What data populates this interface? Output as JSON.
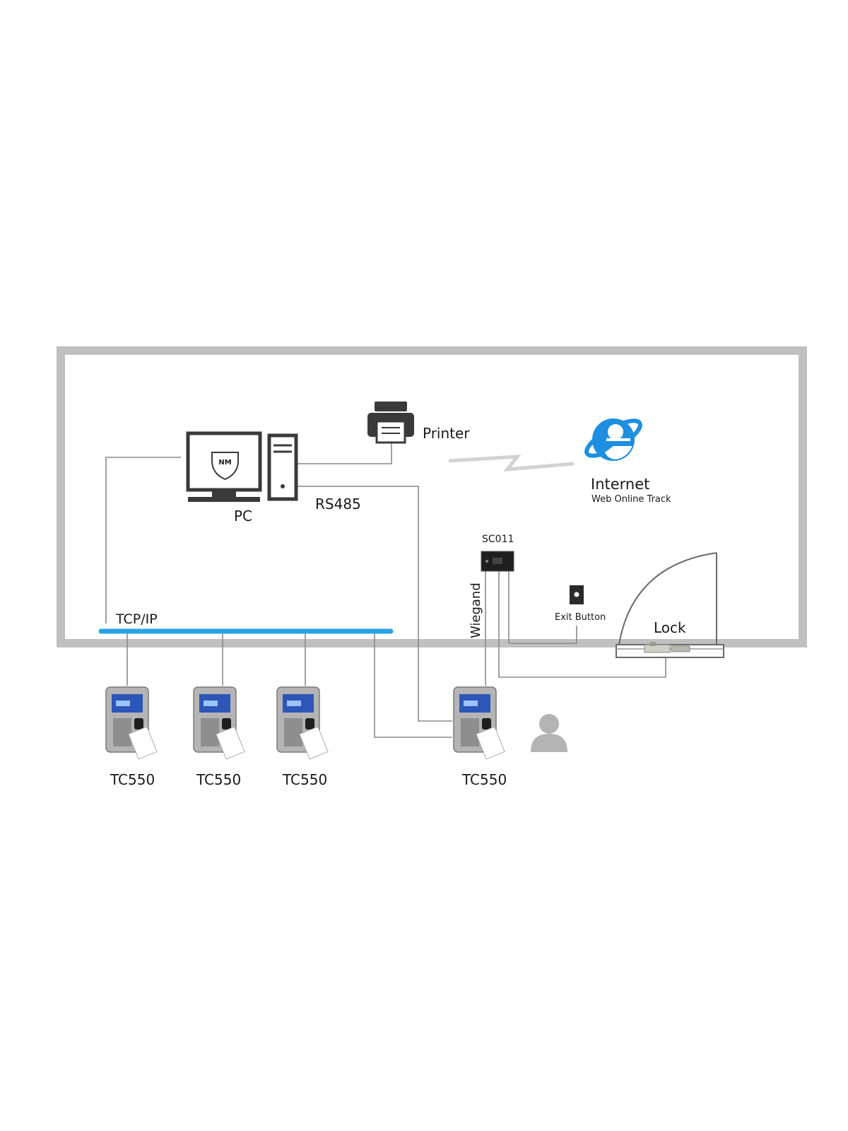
{
  "diagram": {
    "labels": {
      "pc": "PC",
      "printer": "Printer",
      "rs485": "RS485",
      "internet": "Internet",
      "web_online_track": "Web Online Track",
      "sc011": "SC011",
      "wiegand": "Wiegand",
      "exit_button": "Exit Button",
      "lock": "Lock",
      "tcp_ip": "TCP/IP",
      "monitor_logo": "NM"
    },
    "terminals": [
      {
        "model": "TC550"
      },
      {
        "model": "TC550"
      },
      {
        "model": "TC550"
      },
      {
        "model": "TC550"
      }
    ],
    "icons": {
      "pc": "desktop-monitor-icon",
      "tower": "computer-tower-icon",
      "printer": "printer-icon",
      "internet": "internet-explorer-icon",
      "controller": "access-controller-icon",
      "exit_button": "exit-button-icon",
      "door": "door-icon",
      "user": "user-silhouette-icon",
      "terminal": "fingerprint-terminal-icon"
    },
    "colors": {
      "room_border": "#c0c0c0",
      "tcp_bus": "#29a3e6",
      "wire": "#8a8a8a",
      "ie_blue": "#1e8fe0"
    }
  }
}
